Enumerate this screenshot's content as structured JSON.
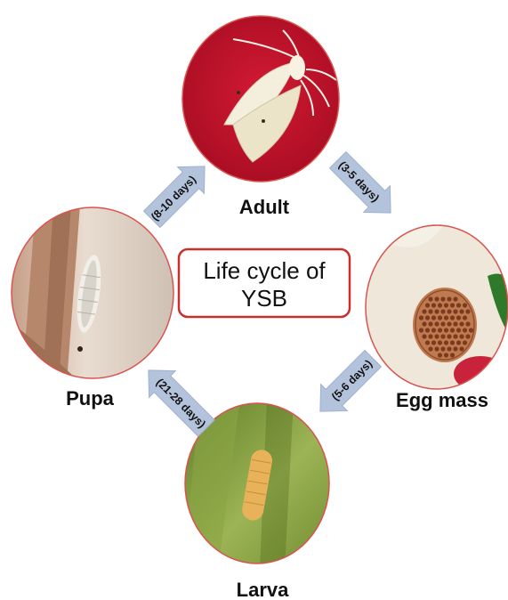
{
  "title": {
    "line1": "Life cycle of",
    "line2": "YSB"
  },
  "stages": {
    "adult": "Adult",
    "egg_mass": "Egg mass",
    "larva": "Larva",
    "pupa": "Pupa"
  },
  "durations": {
    "adult_to_egg": "(3-5 days)",
    "egg_to_larva": "(5-6 days)",
    "larva_to_pupa": "(21-28 days)",
    "pupa_to_adult": "(8-10 days)"
  },
  "colors": {
    "circle_border": "#d9534f",
    "title_border": "#c9302c",
    "arrow_fill": "#b4c3dc",
    "adult_background": "#c3102a",
    "egg_background": "#f4efe6",
    "larva_background": "#7f9a3a",
    "pupa_background": "#d9c4b3"
  },
  "icons": {
    "adult_photo": "moth-image",
    "egg_photo": "egg-mass-image",
    "larva_photo": "larva-image",
    "pupa_photo": "pupa-image",
    "arrow": "block-arrow"
  }
}
